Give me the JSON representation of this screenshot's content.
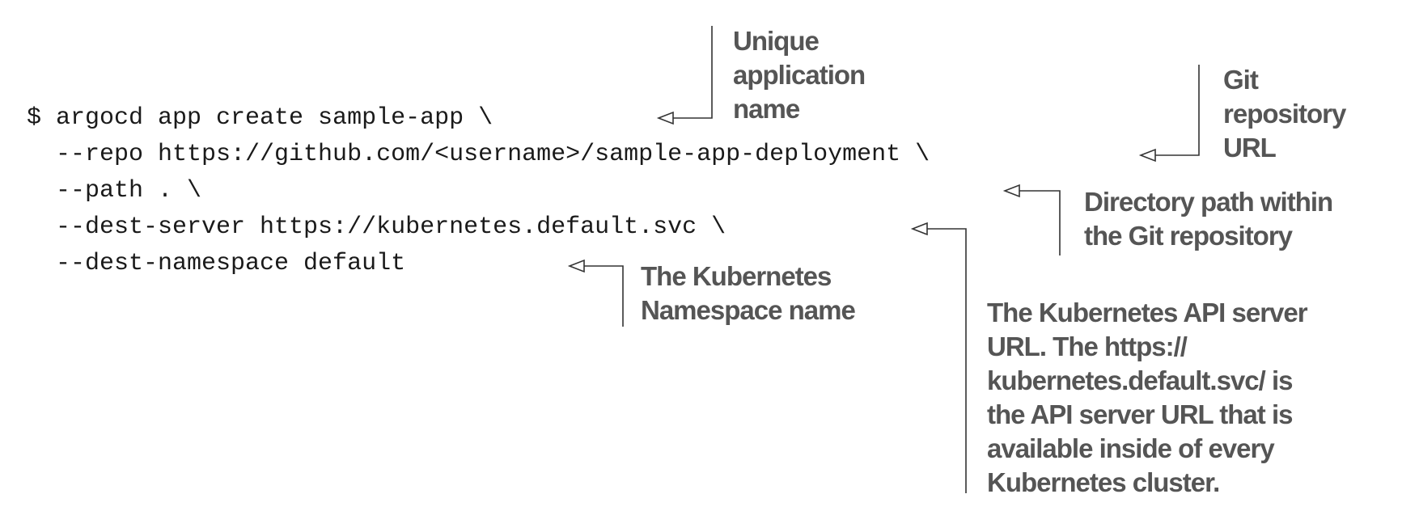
{
  "code": {
    "lines": [
      "$ argocd app create sample-app \\",
      "  --repo https://github.com/<username>/sample-app-deployment \\",
      "  --path . \\",
      "  --dest-server https://kubernetes.default.svc \\",
      "  --dest-namespace default"
    ]
  },
  "annotations": {
    "app_name": [
      "Unique",
      "application",
      "name"
    ],
    "repo_url": [
      "Git",
      "repository",
      "URL"
    ],
    "path": [
      "Directory path within",
      "the Git repository"
    ],
    "namespace": [
      "The Kubernetes",
      "Namespace name"
    ],
    "dest_server": [
      "The Kubernetes API server",
      "URL. The https://",
      "kubernetes.default.svc/ is",
      "the API server URL that is",
      "available inside of every",
      "Kubernetes cluster."
    ]
  }
}
